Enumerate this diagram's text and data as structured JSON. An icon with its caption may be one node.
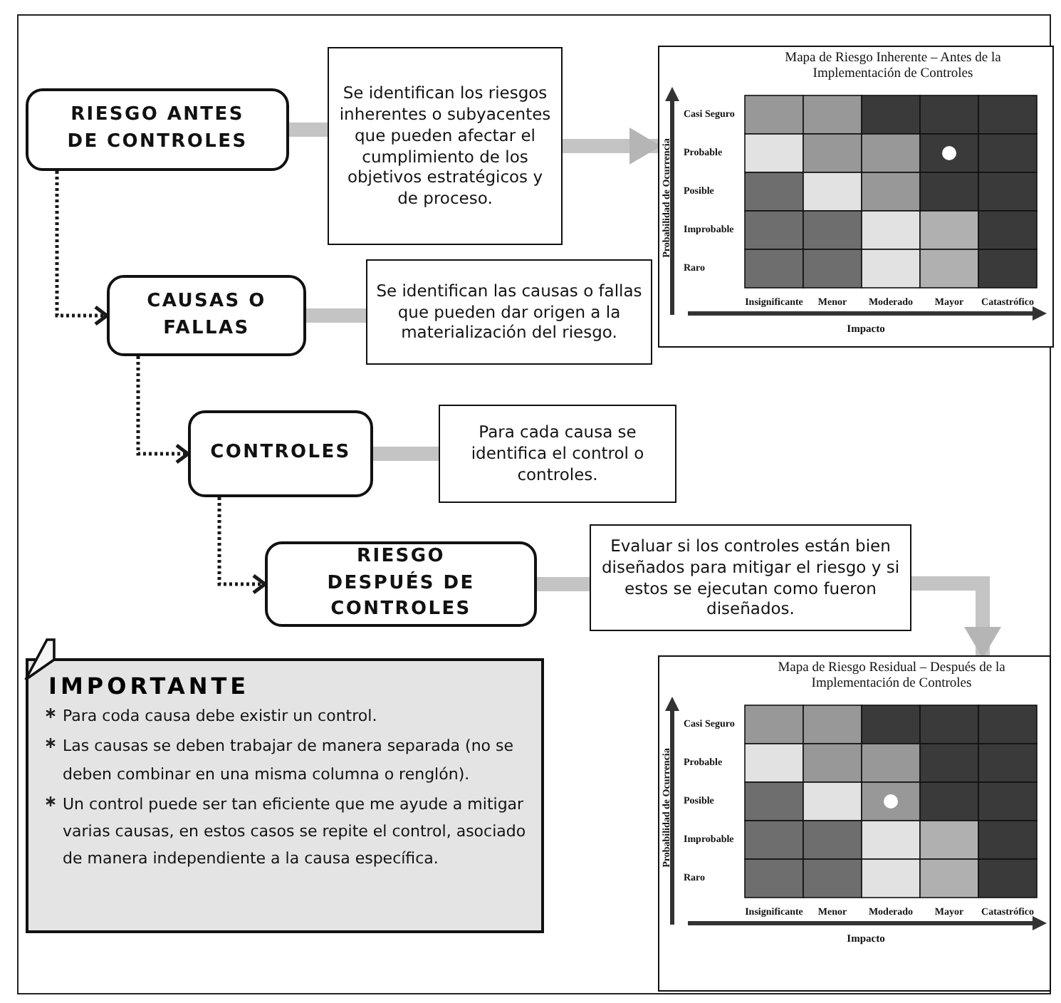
{
  "diagram": {
    "nodes": [
      {
        "text": [
          "RIESGO ANTES DE CONTROLES"
        ]
      },
      {
        "text": [
          "Se identifican los riesgos inherentes o subyacentes que pueden afectar el cumplimiento de los objetivos estratégicos y de proceso."
        ]
      },
      {
        "text": [
          "Mapa de Riesgo Inherente – Antes de la Implementación de Controles",
          "Casi Seguro",
          "Probable",
          "Posible",
          "Improbable",
          "Raro",
          "Insignificante",
          "Menor",
          "Moderado",
          "Mayor",
          "Catastrófico",
          "Probabilidad de Ocurrencia",
          "Impacto"
        ]
      },
      {
        "text": [
          "CAUSAS O FALLAS"
        ]
      },
      {
        "text": [
          "Se identifican las causas o fallas que pueden dar origen a la materialización del riesgo."
        ]
      },
      {
        "text": [
          "CONTROLES"
        ]
      },
      {
        "text": [
          "Para cada causa se identifica el control o controles."
        ]
      },
      {
        "text": [
          "RIESGO DESPUÉS DE CONTROLES"
        ]
      },
      {
        "text": [
          "Evaluar si los controles están bien diseñados para mitigar el riesgo y si estos se ejecutan como fueron diseñados."
        ]
      },
      {
        "text": [
          "Mapa de Riesgo Residual – Después de la Implementación de Controles",
          "Casi Seguro",
          "Probable",
          "Posible",
          "Improbable",
          "Raro",
          "Insignificante",
          "Menor",
          "Moderado",
          "Mayor",
          "Catastrófico",
          "Probabilidad de Ocurrencia",
          "Impacto"
        ]
      },
      {
        "text": [
          "IMPORTANTE",
          "Para coda causa debe existir un control.",
          "Las causas se deben trabajar de manera separada (no se deben combinar en una misma columna o renglón).",
          "Un control puede ser tan eficiente que me ayude a mitigar varias causas, en estos casos se repite el control, asociado de manera independiente a la causa específica."
        ]
      }
    ],
    "edges": [
      {
        "from": 0,
        "to": 1,
        "arrow": "none"
      },
      {
        "from": 1,
        "to": 2,
        "arrow": "to"
      },
      {
        "from": 0,
        "to": 3,
        "arrow": "to",
        "style": "dashed",
        "color": "#1a1a1a"
      },
      {
        "from": 3,
        "to": 4,
        "arrow": "none"
      },
      {
        "from": 3,
        "to": 5,
        "arrow": "to",
        "style": "dashed",
        "color": "#1a1a1a"
      },
      {
        "from": 5,
        "to": 6,
        "arrow": "none"
      },
      {
        "from": 5,
        "to": 7,
        "arrow": "to",
        "style": "dashed",
        "color": "#1a1a1a"
      },
      {
        "from": 7,
        "to": 8,
        "arrow": "none"
      },
      {
        "from": 8,
        "to": 9,
        "arrow": "to"
      }
    ]
  }
}
